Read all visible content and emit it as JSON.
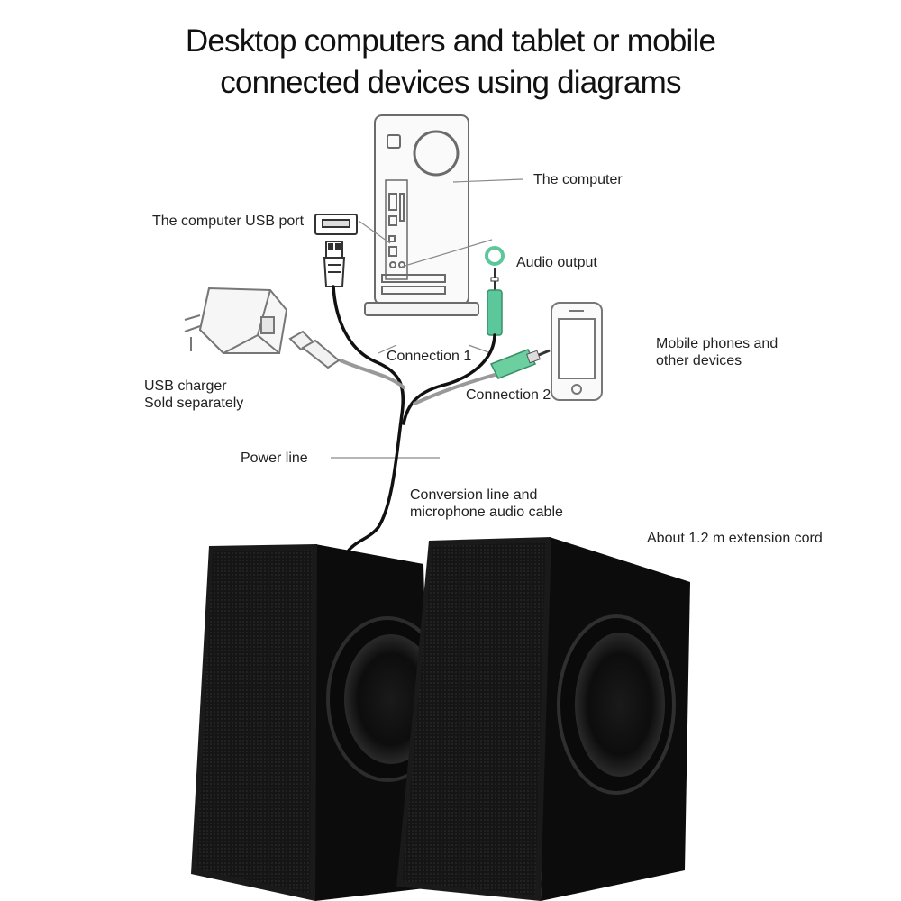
{
  "title": {
    "line1": "Desktop computers and tablet or mobile",
    "line2": "connected devices using diagrams"
  },
  "labels": {
    "computer": "The computer",
    "usb_port": "The computer USB port",
    "audio_output": "Audio output",
    "mobile_line1": "Mobile phones and",
    "mobile_line2": "other devices",
    "connection1": "Connection 1",
    "connection2": "Connection 2",
    "usb_charger_line1": "USB charger",
    "usb_charger_line2": "Sold separately",
    "power_line": "Power line",
    "conversion_line1": "Conversion line and",
    "conversion_line2": "microphone audio cable",
    "extension_cord": "About 1.2 m extension cord"
  },
  "colors": {
    "jack_green": "#5cc79a",
    "speaker_body": "#111111",
    "speaker_grille": "#1c1c1c",
    "outline": "#6b6b6b",
    "leader_line": "#8a8a8a"
  }
}
